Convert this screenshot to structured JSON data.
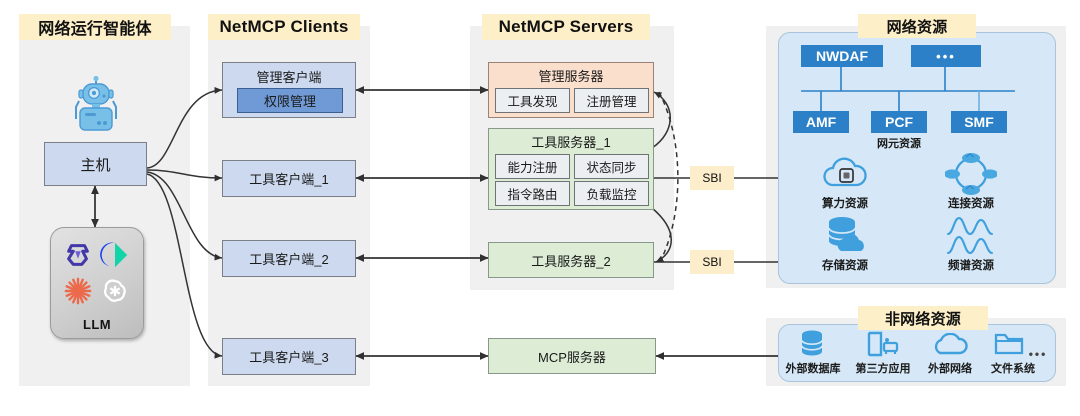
{
  "sections": {
    "agent": "网络运行智能体",
    "clients": "NetMCP Clients",
    "servers": "NetMCP Servers",
    "network_resources": "网络资源",
    "non_network_resources": "非网络资源"
  },
  "agent": {
    "robot_icon": "robot-icon",
    "host": "主机",
    "llm_label": "LLM",
    "llm_logos": [
      "qwen-logo",
      "gemini-logo",
      "claude-logo",
      "openai-logo"
    ]
  },
  "clients": [
    {
      "title": "管理客户端",
      "sub": [
        "权限管理"
      ]
    },
    {
      "title": "工具客户端_1",
      "sub": []
    },
    {
      "title": "工具客户端_2",
      "sub": []
    },
    {
      "title": "工具客户端_3",
      "sub": []
    }
  ],
  "servers": {
    "management": {
      "title": "管理服务器",
      "sub": [
        "工具发现",
        "注册管理"
      ]
    },
    "tool1": {
      "title": "工具服务器_1",
      "sub": [
        "能力注册",
        "状态同步",
        "指令路由",
        "负载监控"
      ]
    },
    "tool2": {
      "title": "工具服务器_2",
      "sub": []
    },
    "mcp": {
      "title": "MCP服务器",
      "sub": []
    }
  },
  "interfaces": {
    "sbi_top": "SBI",
    "sbi_bottom": "SBI"
  },
  "network_resources": {
    "top_nodes": [
      "NWDAF",
      "•••"
    ],
    "bottom_nodes": [
      "AMF",
      "PCF",
      "SMF"
    ],
    "nf_caption": "网元资源",
    "resources": [
      {
        "label": "算力资源",
        "icon": "compute-cloud-icon"
      },
      {
        "label": "连接资源",
        "icon": "connection-ring-icon"
      },
      {
        "label": "存储资源",
        "icon": "storage-database-icon"
      },
      {
        "label": "频谱资源",
        "icon": "spectrum-wave-icon"
      }
    ]
  },
  "non_network_resources": {
    "items": [
      {
        "label": "外部数据库",
        "icon": "database-icon"
      },
      {
        "label": "第三方应用",
        "icon": "third-party-app-icon"
      },
      {
        "label": "外部网络",
        "icon": "cloud-icon"
      },
      {
        "label": "文件系统",
        "icon": "folder-icon"
      }
    ],
    "more": "•••"
  },
  "colors": {
    "panel_bg": "#f0f0f0",
    "chip_bg": "#fdefc8",
    "client_blue": "#ccd9ef",
    "deep_blue": "#6f9ad6",
    "server_peach": "#fbdfcd",
    "server_green": "#dcecd5",
    "resource_card": "#d6e8f7",
    "nf_blue": "#2b80c8",
    "icon_blue": "#3fa0dd",
    "arrow": "#333333"
  }
}
